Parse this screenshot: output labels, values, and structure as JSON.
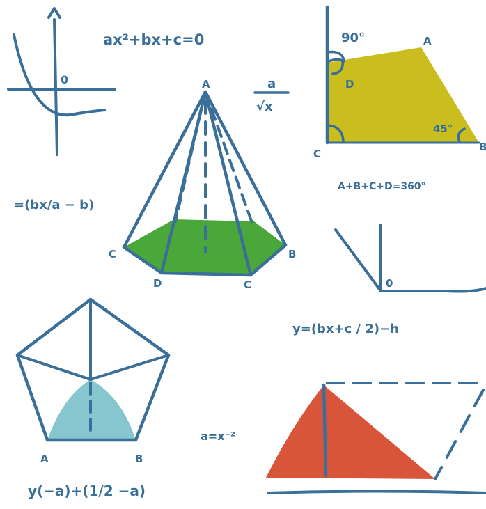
{
  "colors": {
    "ink": "#3a6f9a",
    "pyramid_base": "#4aa83a",
    "quad_fill": "#c9be1e",
    "pentagon_fill": "#86c6cf",
    "triangle_fill": "#d9553a"
  },
  "formulas": {
    "quadratic": "ax²+bx+c=0",
    "fraction_num": "a",
    "fraction_den": "√x",
    "left_fraction": "=(bx/a − b)",
    "quad_sum": "A+B+C+D=360°",
    "y_fraction": "y=(bx+c / 2)−h",
    "a_power": "a=x⁻²",
    "bottom_expr": "y(−a)+(1/2 −a)"
  },
  "labels": {
    "graph_origin": "0",
    "pyr_apex": "A",
    "pyr_left": "C",
    "pyr_right": "B",
    "pyr_front_left": "D",
    "pyr_front_right": "C",
    "quad_angle_top": "90°",
    "quad_a": "A",
    "quad_d": "D",
    "quad_c": "C",
    "quad_angle_right": "45°",
    "quad_b": "B",
    "angle_vertex": "0",
    "pent_a": "A",
    "pent_b": "B"
  }
}
